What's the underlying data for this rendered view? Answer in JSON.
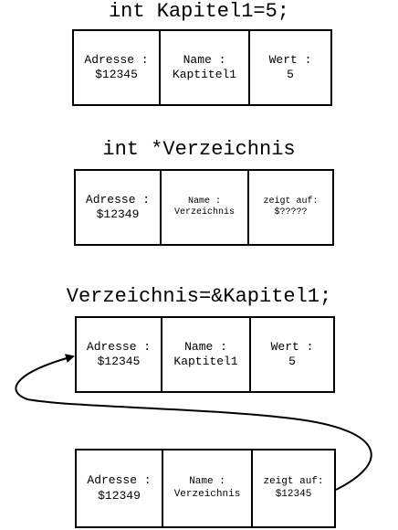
{
  "sections": [
    {
      "heading": "int Kapitel1=5;",
      "cells": [
        {
          "line1": "Adresse :",
          "line2": "$12345"
        },
        {
          "line1": "Name :",
          "line2": "Kaptitel1"
        },
        {
          "line1": "Wert :",
          "line2": "5"
        }
      ]
    },
    {
      "heading": "int *Verzeichnis",
      "cells": [
        {
          "line1": "Adresse :",
          "line2": "$12349"
        },
        {
          "line1": "Name :",
          "line2": "Verzeichnis"
        },
        {
          "line1": "zeigt auf:",
          "line2": "$?????"
        }
      ]
    },
    {
      "heading": "Verzeichnis=&Kapitel1;",
      "cells": [
        {
          "line1": "Adresse :",
          "line2": "$12345"
        },
        {
          "line1": "Name :",
          "line2": "Kaptitel1"
        },
        {
          "line1": "Wert :",
          "line2": "5"
        }
      ]
    },
    {
      "cells": [
        {
          "line1": "Adresse :",
          "line2": "$12349"
        },
        {
          "line1": "Name :",
          "line2": "Verzeichnis"
        },
        {
          "line1": "zeigt auf:",
          "line2": "$12345"
        }
      ]
    }
  ]
}
